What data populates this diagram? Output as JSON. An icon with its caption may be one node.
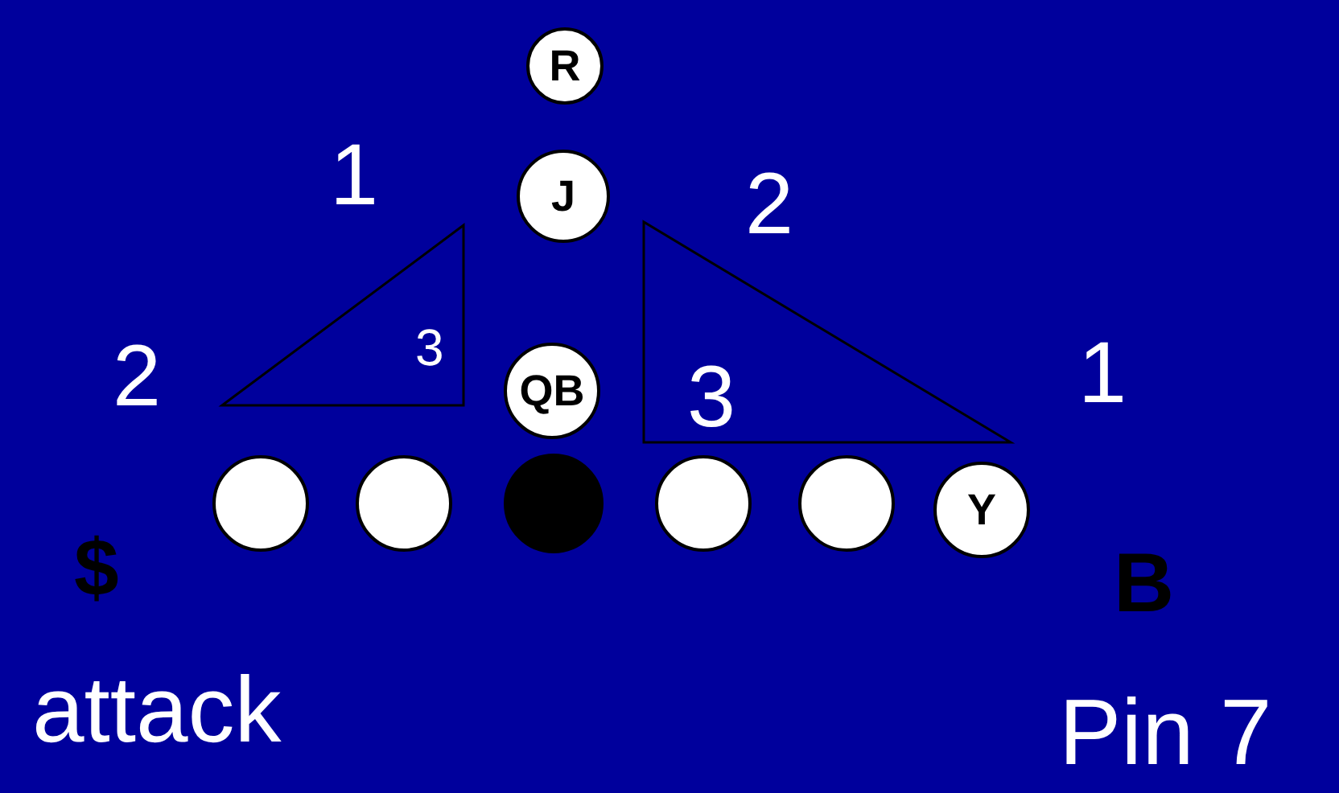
{
  "diagram": {
    "nodes": [
      {
        "text": [
          "R"
        ]
      },
      {
        "text": [
          "J"
        ]
      },
      {
        "text": [
          "QB"
        ]
      },
      {
        "text": [],
        "shape": "circle"
      },
      {
        "text": [],
        "shape": "circle"
      },
      {
        "text": [],
        "shape": "circle"
      },
      {
        "text": [],
        "shape": "circle"
      },
      {
        "text": [],
        "shape": "circle"
      },
      {
        "text": [
          "Y"
        ]
      }
    ],
    "labels": [
      "1",
      "2",
      "2",
      "3",
      "3",
      "1",
      "$",
      "B",
      "attack",
      "Pin 7"
    ]
  }
}
